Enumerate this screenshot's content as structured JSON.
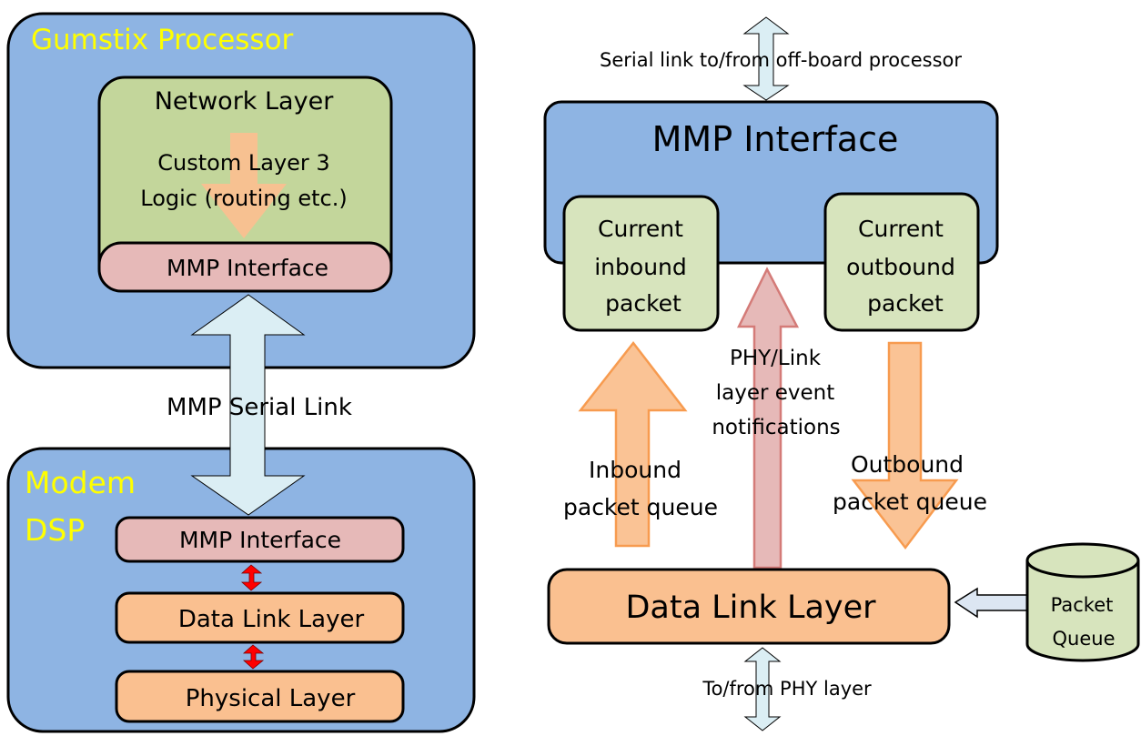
{
  "left": {
    "gumstix": {
      "title": "Gumstix Processor",
      "network_layer": {
        "title": "Network Layer",
        "body_line1": "Custom Layer 3",
        "body_line2": "Logic (routing etc.)"
      },
      "mmp_interface": "MMP Interface"
    },
    "serial_link_label": "MMP Serial Link",
    "modem": {
      "title_line1": "Modem",
      "title_line2": "DSP",
      "mmp_interface": "MMP Interface",
      "data_link_layer": "Data Link Layer",
      "physical_layer": "Physical Layer"
    }
  },
  "right": {
    "serial_link_label": "Serial link to/from off-board processor",
    "mmp_interface": {
      "title": "MMP Interface",
      "inbound": [
        "Current",
        "inbound",
        "packet"
      ],
      "outbound": [
        "Current",
        "outbound",
        "packet"
      ]
    },
    "event_label": [
      "PHY/Link",
      "layer event",
      "notifications"
    ],
    "inbound_queue_label": [
      "Inbound",
      "packet queue"
    ],
    "outbound_queue_label": [
      "Outbound",
      "packet queue"
    ],
    "data_link_layer": "Data Link Layer",
    "packet_queue": [
      "Packet",
      "Queue"
    ],
    "phy_label": "To/from PHY layer"
  },
  "colors": {
    "container_blue": "#8eb4e3",
    "network_green": "#c3d69b",
    "packet_green": "#d7e4bd",
    "mmp_pink": "#e6b9b8",
    "layer_orange": "#fac090",
    "arrow_orange": "#fac090",
    "arrow_light_blue": "#dbeef4",
    "title_yellow": "#ffff00",
    "red_arrow": "#ff0000"
  }
}
